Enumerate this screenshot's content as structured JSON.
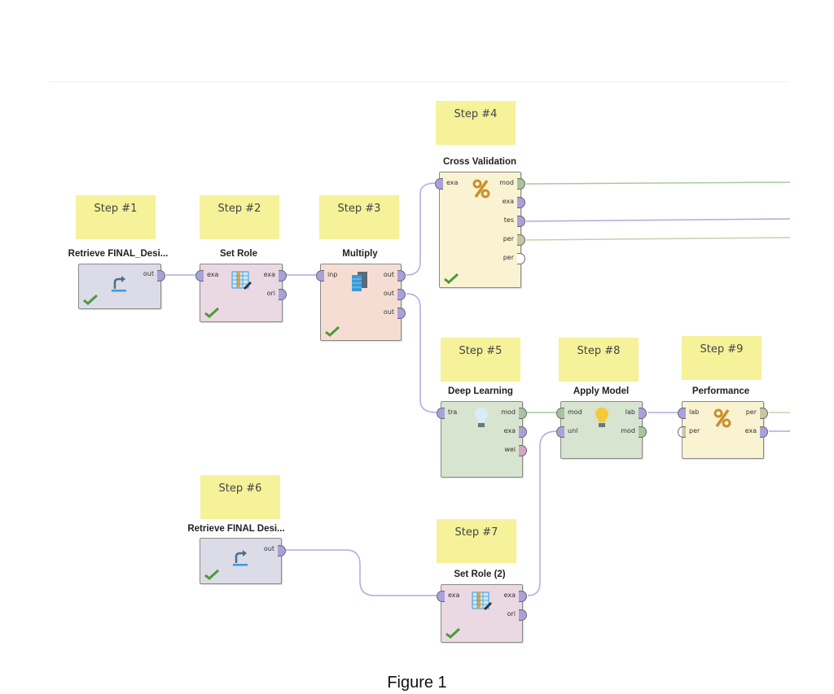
{
  "caption": "Figure 1",
  "colors": {
    "note_bg": "#f5f29a",
    "port_example": "#a9a1dc",
    "port_model": "#a7c49e",
    "port_performance": "#c9c6a5",
    "port_weights": "#d6a3c6",
    "wire_example": "#b1a9e3",
    "wire_model": "#aac8a0",
    "wire_performance": "#cfcbae",
    "check": "#4c9a3a"
  },
  "steps": [
    {
      "note": "Step #1",
      "title": "Retrieve FINAL_Desi...",
      "icon": "retrieve-icon",
      "inputs": [],
      "outputs": [
        "out"
      ]
    },
    {
      "note": "Step #2",
      "title": "Set Role",
      "icon": "set-role-table-icon",
      "inputs": [
        "exa"
      ],
      "outputs": [
        "exa",
        "ori"
      ]
    },
    {
      "note": "Step #3",
      "title": "Multiply",
      "icon": "multiply-icon",
      "inputs": [
        "inp"
      ],
      "outputs": [
        "out",
        "out",
        "out"
      ]
    },
    {
      "note": "Step #4",
      "title": "Cross Validation",
      "icon": "percent-icon",
      "inputs": [
        "exa"
      ],
      "outputs": [
        "mod",
        "exa",
        "tes",
        "per",
        "per"
      ]
    },
    {
      "note": "Step #5",
      "title": "Deep Learning",
      "icon": "lightbulb-icon",
      "inputs": [
        "tra"
      ],
      "outputs": [
        "mod",
        "exa",
        "wei"
      ]
    },
    {
      "note": "Step #6",
      "title": "Retrieve FINAL Desi...",
      "icon": "retrieve-icon",
      "inputs": [],
      "outputs": [
        "out"
      ]
    },
    {
      "note": "Step #7",
      "title": "Set Role (2)",
      "icon": "set-role-table-icon",
      "inputs": [
        "exa"
      ],
      "outputs": [
        "exa",
        "ori"
      ]
    },
    {
      "note": "Step #8",
      "title": "Apply Model",
      "icon": "lightbulb-icon",
      "inputs": [
        "mod",
        "unl"
      ],
      "outputs": [
        "lab",
        "mod"
      ]
    },
    {
      "note": "Step #9",
      "title": "Performance",
      "icon": "percent-icon",
      "inputs": [
        "lab",
        "per"
      ],
      "outputs": [
        "per",
        "exa"
      ]
    }
  ]
}
